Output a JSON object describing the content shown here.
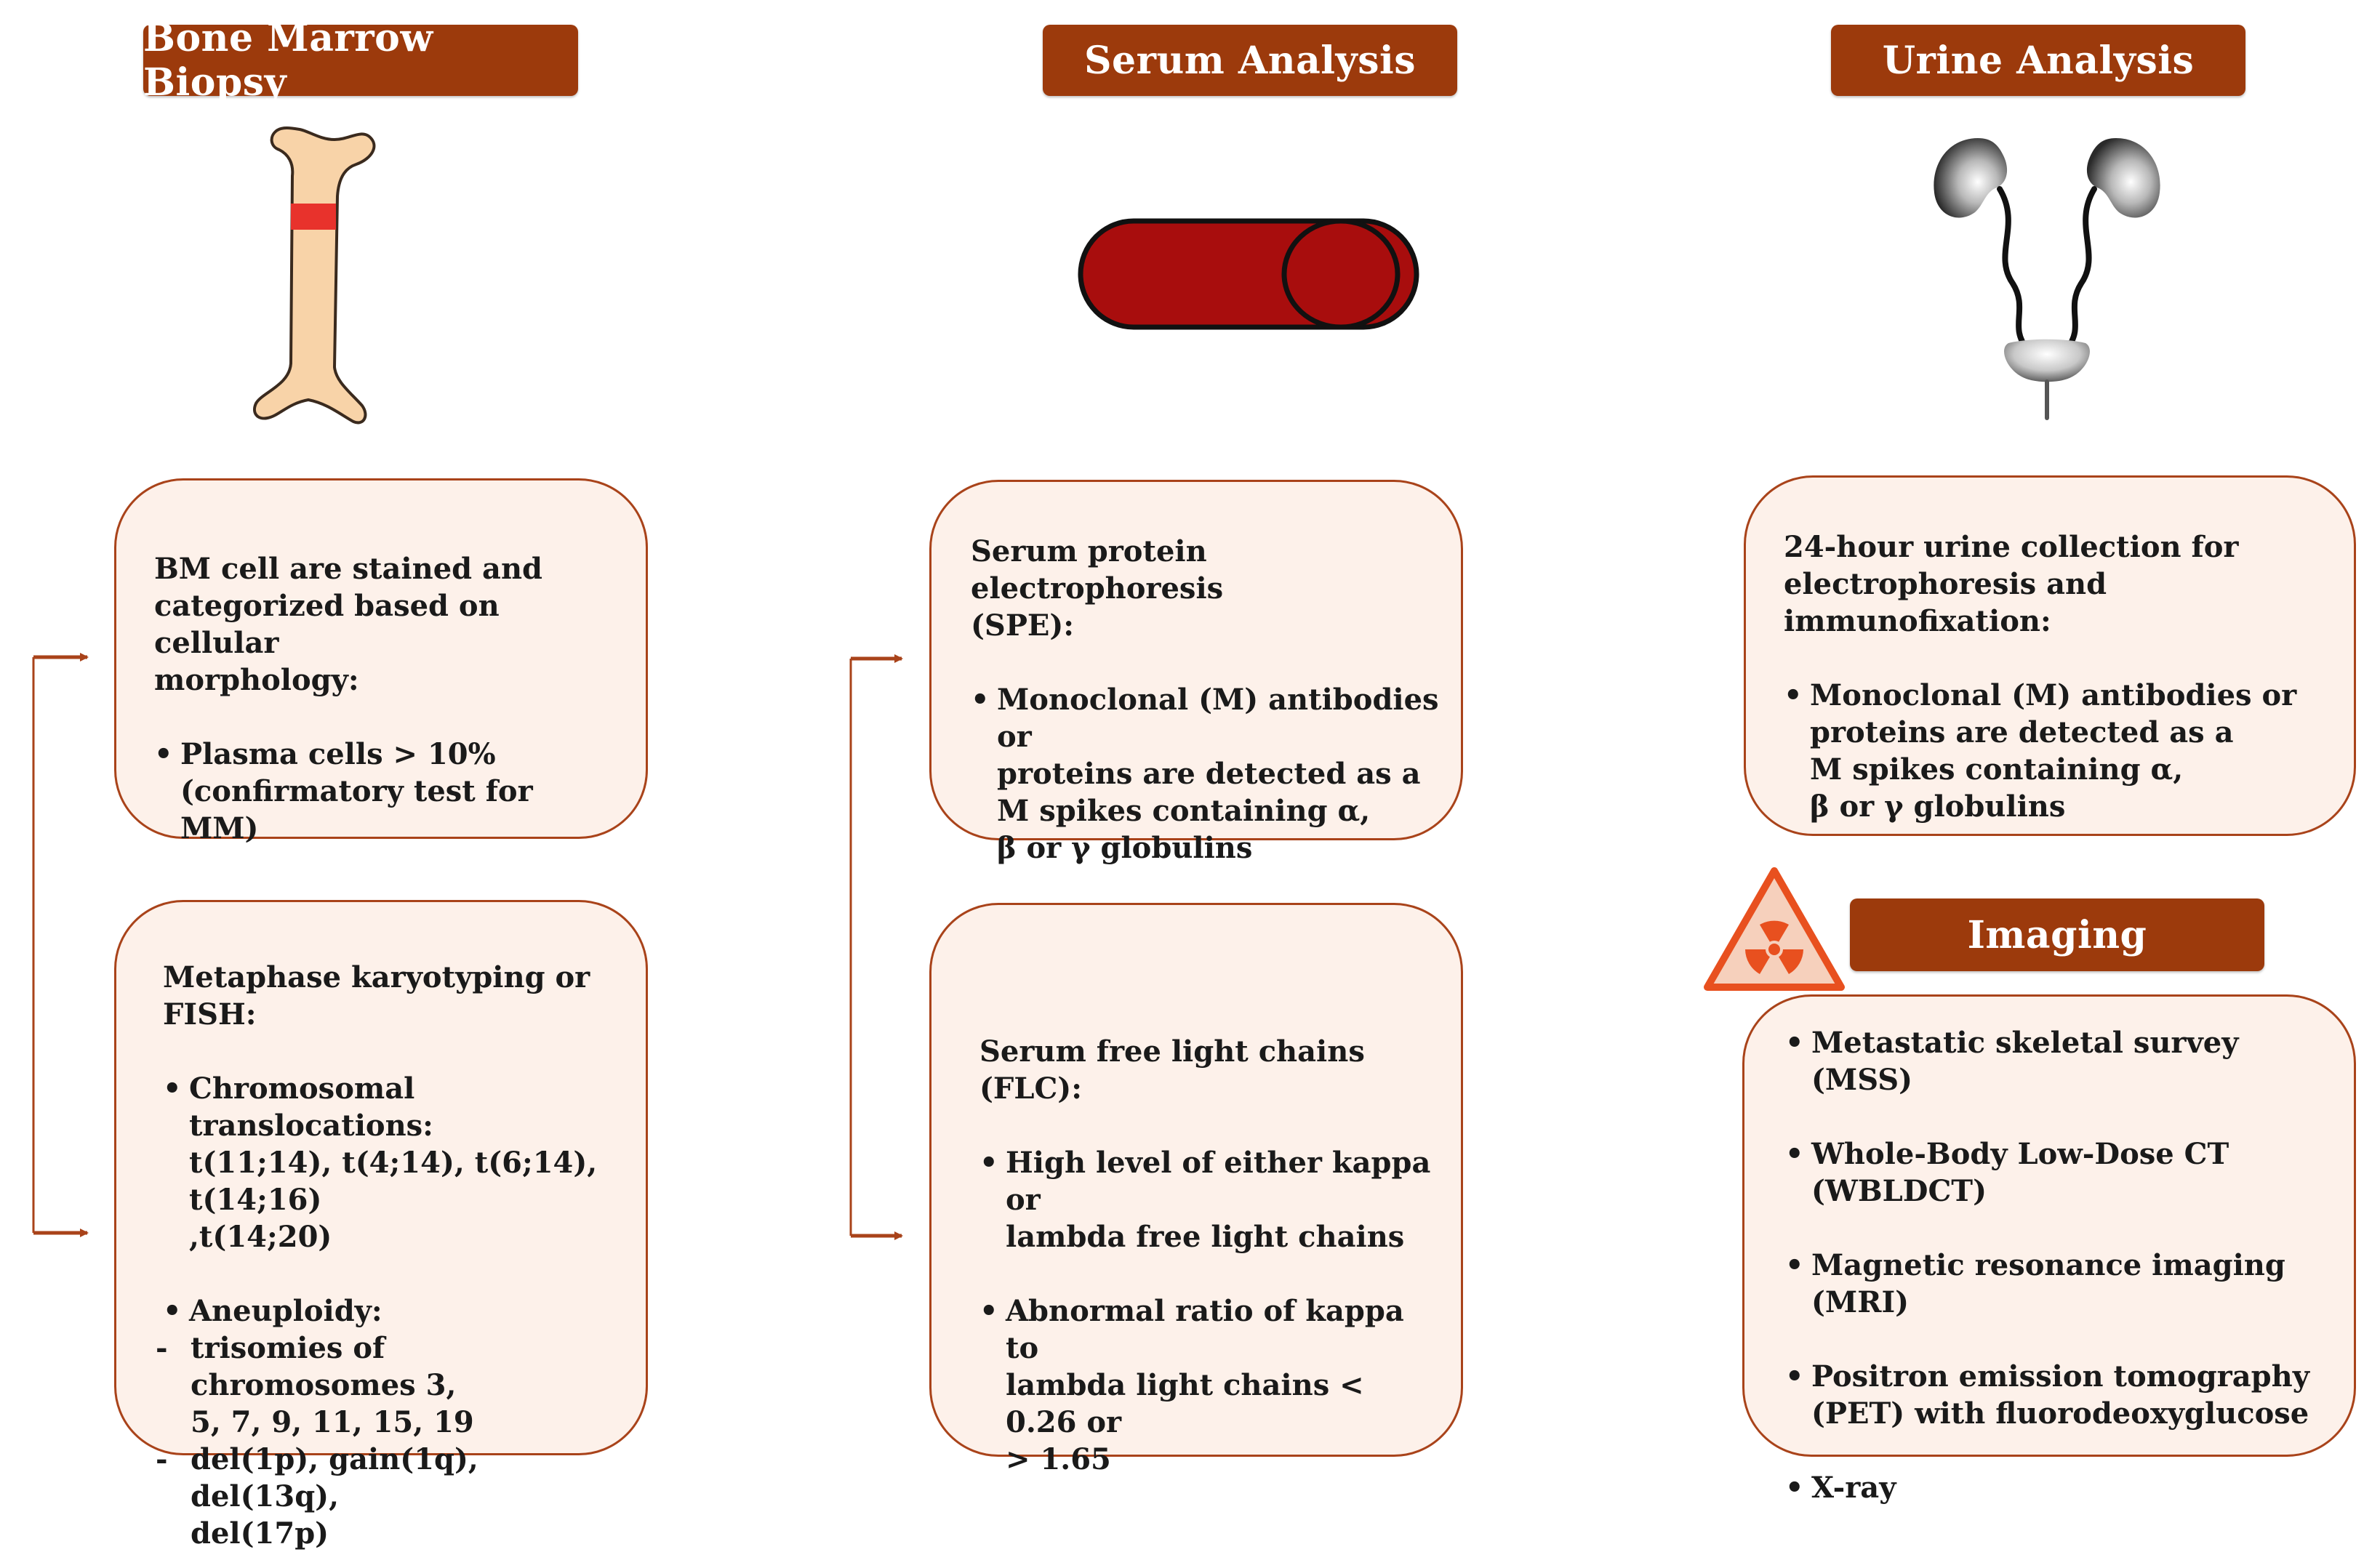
{
  "columns": {
    "bone_marrow": {
      "header": "Bone Marrow Biopsy",
      "icon": "bone-icon",
      "box1": {
        "intro": [
          "BM cell are stained and",
          "categorized based on cellular",
          "morphology:"
        ],
        "bullet": "Plasma cells > 10%",
        "bullet_cont": "(confirmatory test for MM)"
      },
      "box2": {
        "intro": [
          "Metaphase karyotyping or",
          "FISH:"
        ],
        "bullet1": "Chromosomal translocations:",
        "bullet1_cont": [
          "t(11;14), t(4;14), t(6;14), t(14;16)",
          ",t(14;20)"
        ],
        "bullet2": "Aneuploidy:",
        "sub1": "trisomies of chromosomes 3,",
        "sub1_cont": "5, 7, 9, 11, 15, 19",
        "sub2": "del(1p), gain(1q), del(13q),",
        "sub2_cont": "del(17p)"
      }
    },
    "serum": {
      "header": "Serum Analysis",
      "icon": "blood-tube-icon",
      "box1": {
        "intro": [
          "Serum protein electrophoresis",
          "(SPE):"
        ],
        "bullet": "Monoclonal (M) antibodies or",
        "bullet_cont": [
          "proteins are detected as a",
          "M spikes containing α,",
          "β or γ globulins"
        ]
      },
      "box2": {
        "intro": "Serum free light chains (FLC):",
        "bullet1": "High level of either kappa or",
        "bullet1_cont": "lambda free light chains",
        "bullet2": "Abnormal ratio of kappa to",
        "bullet2_cont": [
          "lambda light chains < 0.26 or",
          "> 1.65"
        ]
      }
    },
    "urine": {
      "header": "Urine Analysis",
      "icon": "urinary-system-icon",
      "box1": {
        "intro": [
          "24-hour urine collection for",
          "electrophoresis and immunofixation:"
        ],
        "bullet": "Monoclonal (M) antibodies or",
        "bullet_cont": [
          "proteins are detected as a",
          "M spikes containing α,",
          "β or γ globulins"
        ]
      }
    },
    "imaging": {
      "header": "Imaging",
      "icon": "radiation-warning-icon",
      "items": [
        {
          "text": "Metastatic skeletal survey (MSS)",
          "cont": ""
        },
        {
          "text": "Whole-Body Low-Dose CT",
          "cont": "(WBLDCT)"
        },
        {
          "text": "Magnetic resonance imaging (MRI)",
          "cont": ""
        },
        {
          "text": "Positron emission tomography",
          "cont": "(PET) with fluorodeoxyglucose"
        },
        {
          "text": "X-ray",
          "cont": ""
        }
      ]
    }
  },
  "colors": {
    "header_bg": "#9c3a0c",
    "box_bg": "#fdf1ea",
    "box_border": "#a9431a",
    "arrow": "#a9431a",
    "tube_fill": "#a80d0d",
    "bone_fill": "#f8d3a8",
    "marrow_band": "#e8322c",
    "radiation_fill": "#f6d0bc",
    "radiation_stroke": "#e8501f"
  }
}
